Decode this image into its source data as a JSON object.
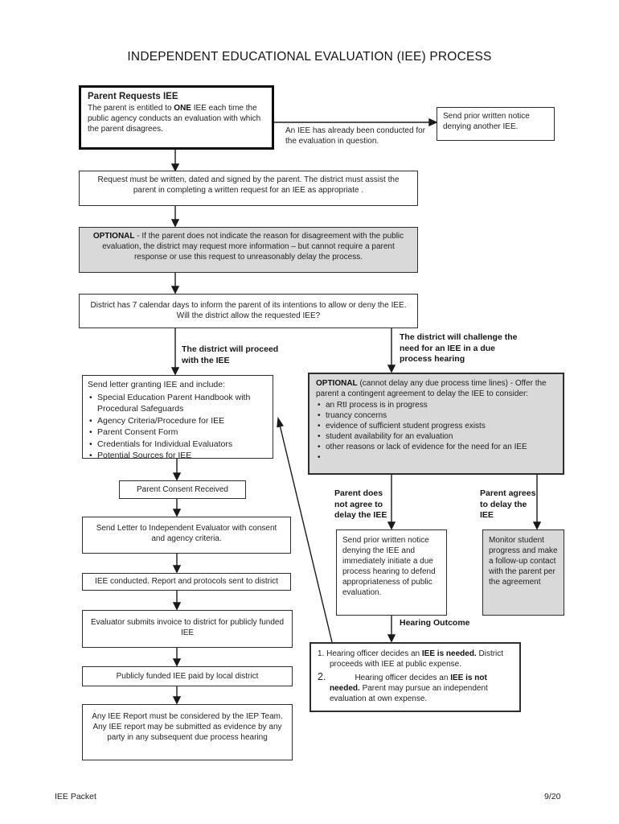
{
  "page": {
    "title": "INDEPENDENT EDUCATIONAL EVALUATION (IEE) PROCESS",
    "footer_left": "IEE Packet",
    "footer_right": "9/20"
  },
  "start": {
    "heading": "Parent Requests IEE",
    "body_pre": "The parent is entitled to ",
    "body_bold": "ONE",
    "body_post": " IEE each time the public agency conducts an evaluation with which the parent disagrees."
  },
  "deny_another": "Send prior written notice denying another IEE.",
  "already_conducted": "An IEE has already been conducted for the evaluation in question.",
  "request_written": "Request must be written, dated and signed by the parent. The district must assist the parent in completing a written request for an IEE as appropriate .",
  "optional_info": {
    "bold": "OPTIONAL",
    "rest": " - If the parent does not indicate the reason for disagreement with the public evaluation, the district may request more information – but cannot require a parent response or use this request to unreasonably delay the process."
  },
  "seven_days": "District has 7 calendar days to inform the parent of its intentions to allow or deny the IEE. Will the district allow the requested IEE?",
  "branch_labels": {
    "proceed": "The district will proceed with the IEE",
    "challenge": "The district will challenge the need for an IEE in a due process hearing",
    "not_agree": "Parent does not agree to delay the IEE",
    "agree": "Parent agrees to delay the IEE",
    "hearing_outcome": "Hearing Outcome"
  },
  "grant": {
    "intro": "Send letter granting IEE and include:",
    "items": [
      "Special Education Parent Handbook with Procedural Safeguards",
      "Agency Criteria/Procedure for IEE",
      "Parent Consent Form",
      "Credentials for Individual Evaluators",
      "Potential Sources for IEE"
    ]
  },
  "contingent": {
    "bold": "OPTIONAL",
    "rest": " (cannot delay any due process time lines) - Offer the parent a contingent agreement to delay the IEE to consider:",
    "items": [
      "an RtI process is in progress",
      "truancy concerns",
      "evidence of sufficient student progress exists",
      "student availability for an evaluation",
      "other reasons or lack of evidence for the need for an IEE",
      ""
    ]
  },
  "consent_received": "Parent Consent Received",
  "letter_evaluator": "Send Letter to Independent Evaluator with consent and agency criteria.",
  "iee_conducted": "IEE conducted. Report and protocols sent to district",
  "invoice": "Evaluator submits invoice to district for publicly funded IEE",
  "paid": "Publicly funded IEE paid by local district",
  "report_considered": "Any IEE Report must be considered by the IEP Team. Any IEE report may be submitted as evidence by any party in any subsequent due process hearing",
  "deny_and_hearing": "Send prior written notice denying the IEE and immediately initiate a due process hearing to defend appropriateness of public evaluation.",
  "monitor": "Monitor student progress and make a follow-up contact with the parent per the agreement",
  "outcomes": {
    "n1": "1.",
    "i1_pre": "Hearing officer decides an ",
    "i1_bold": "IEE is needed.",
    "i1_post": " District proceeds with IEE at public expense.",
    "n2": "2.",
    "i2_pre": "Hearing officer decides an ",
    "i2_bold": "IEE is not needed.",
    "i2_post": " Parent may pursue an independent evaluation at own expense."
  },
  "colors": {
    "gray_fill": "#d9d9d9",
    "ink": "#1f1f1f",
    "line": "#1a1a1a"
  }
}
